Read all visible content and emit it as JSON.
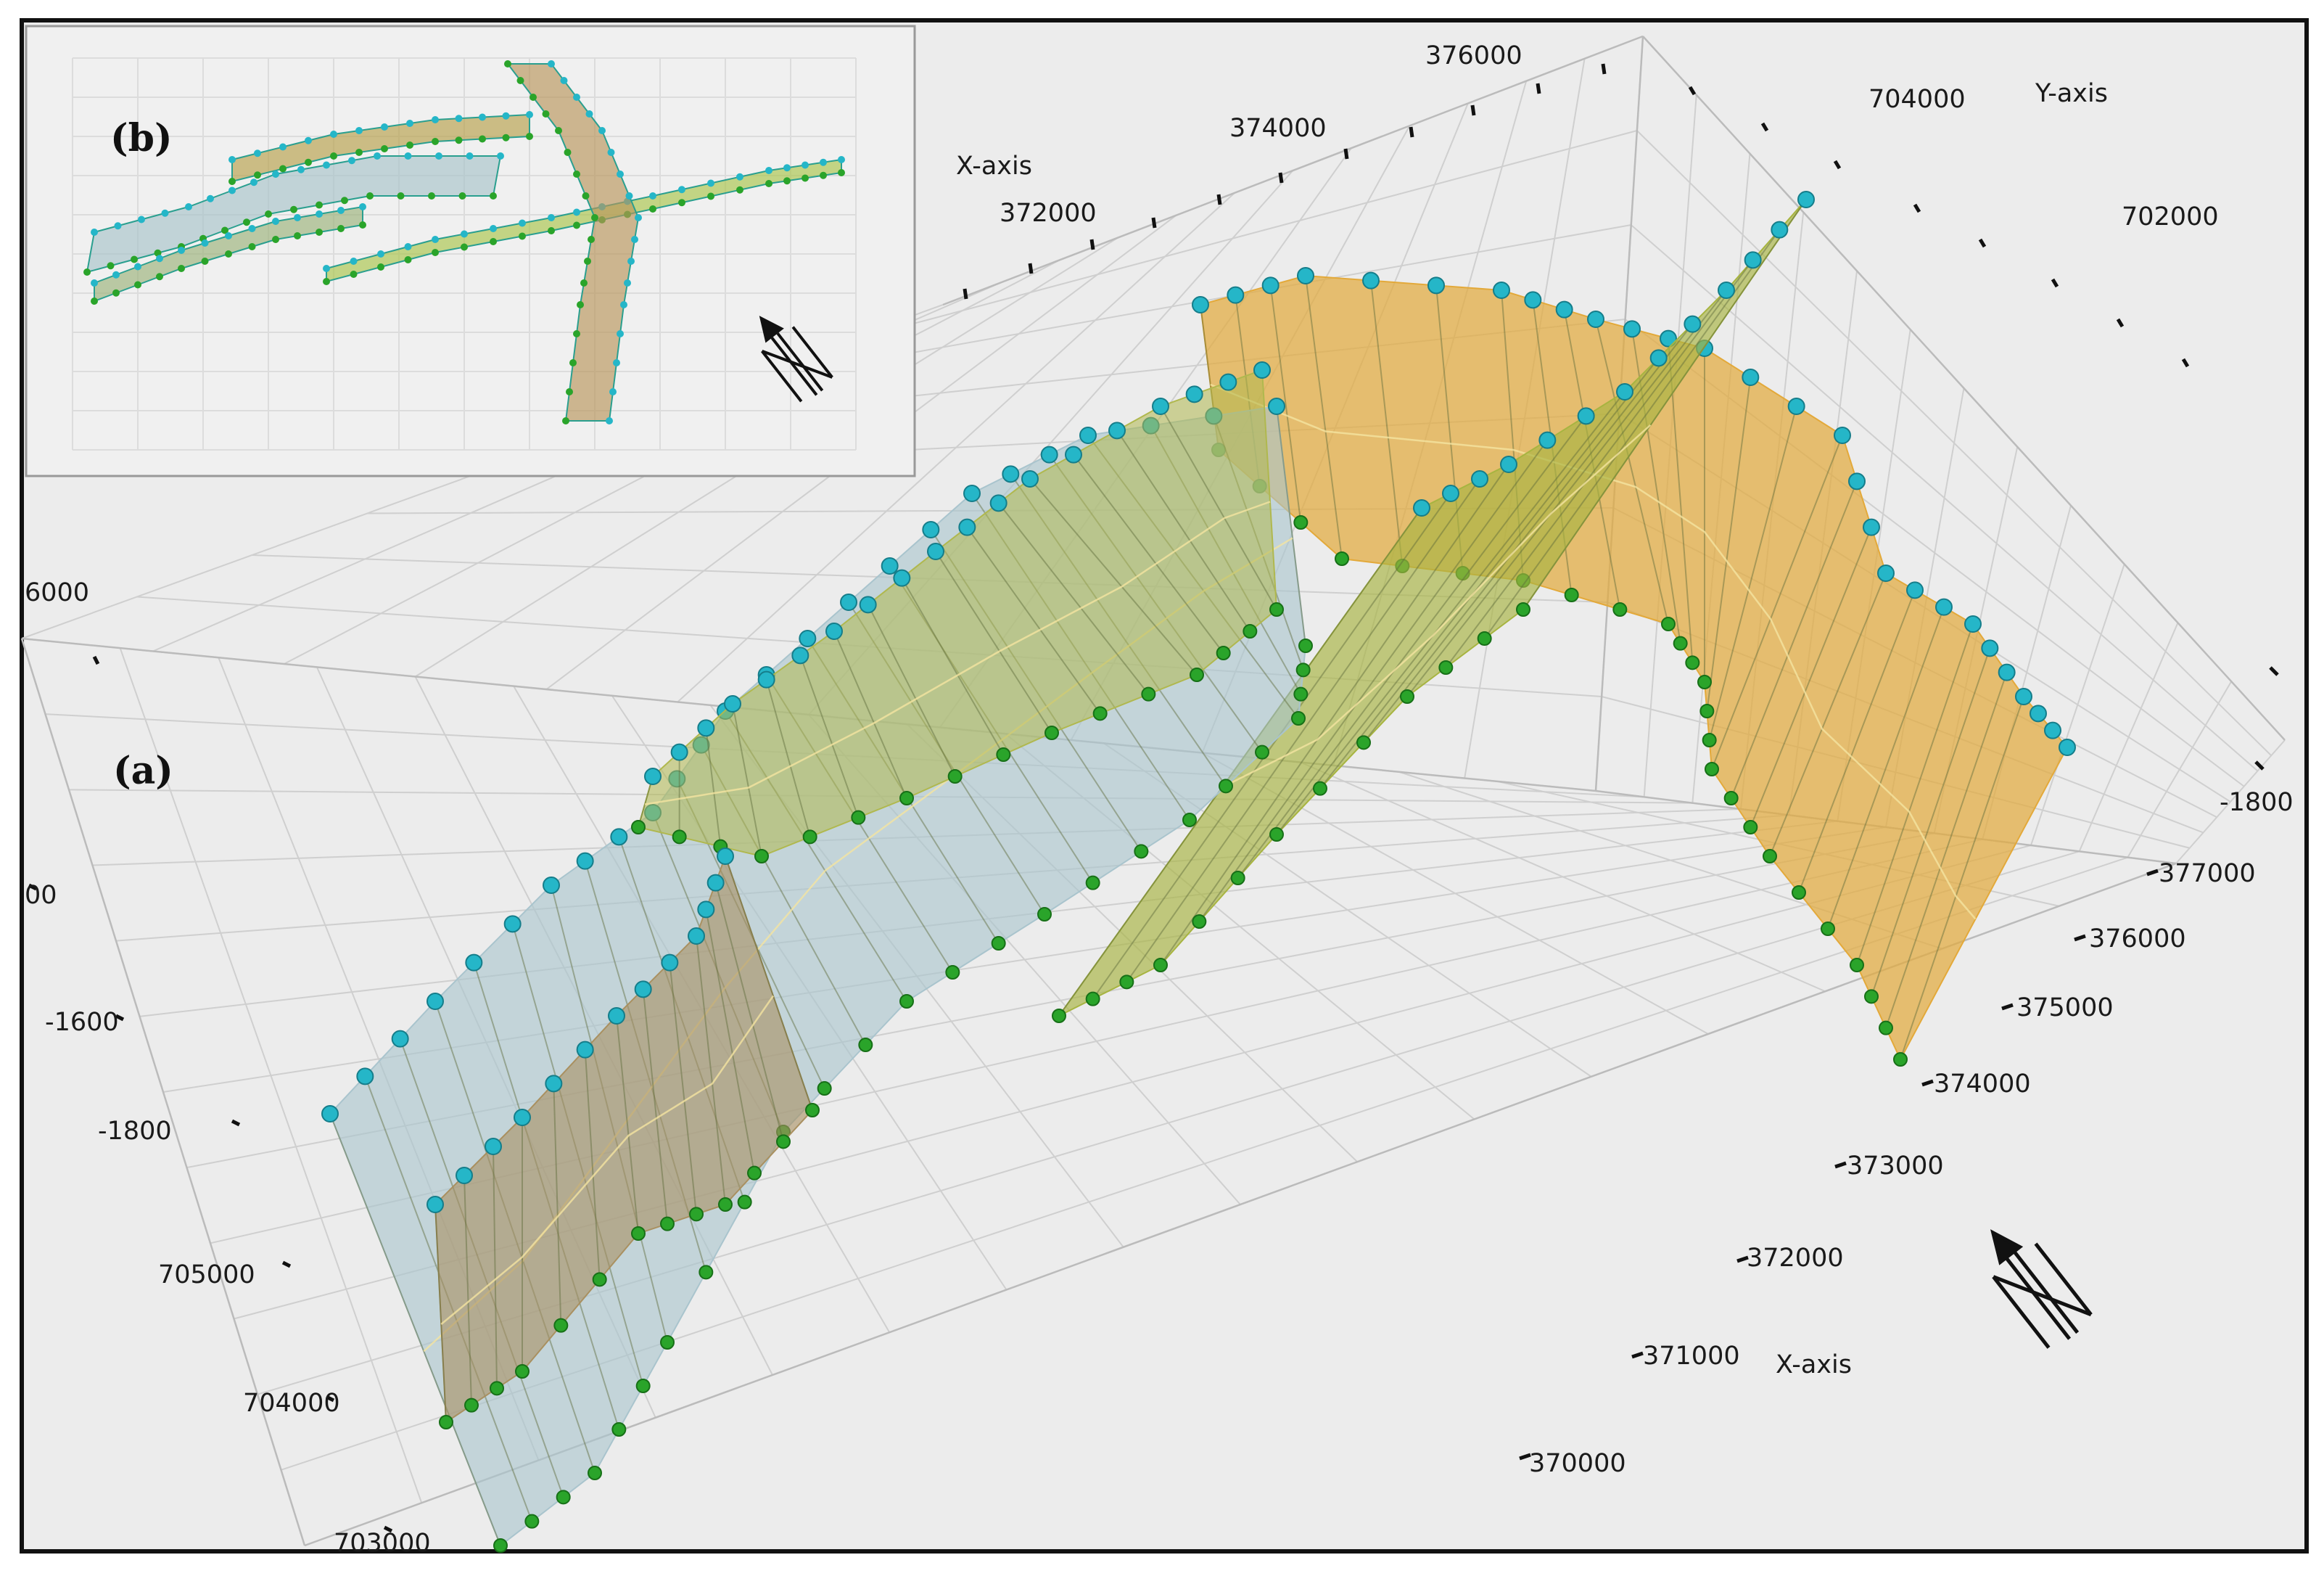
{
  "panel_a": {
    "label": "(a)",
    "x_axis_title": "X-axis",
    "y_axis_title": "Y-axis",
    "top_x_ticks": [
      "372000",
      "374000",
      "376000"
    ],
    "top_y_ticks": [
      "704000",
      "702000"
    ],
    "right_z_tick": "-1800",
    "right_x_ticks": [
      "377000",
      "376000",
      "375000",
      "374000",
      "373000",
      "372000",
      "371000",
      "370000"
    ],
    "left_ticks": [
      "6000",
      "00",
      "-1600",
      "-1800",
      "705000",
      "704000",
      "703000"
    ]
  },
  "panel_b": {
    "label": "(b)"
  },
  "icons": {
    "north_arrow": "north-arrow-icon"
  },
  "colors": {
    "frame": "#111111",
    "background": "#ececec",
    "grid": "#cccccc",
    "surface_orange": "#e3a93a",
    "surface_olive": "#a7b440",
    "surface_grey_blue": "#a9c4cd",
    "surface_brown": "#a99060",
    "node_top": "#25b6c8",
    "node_bottom": "#2aa42a"
  }
}
